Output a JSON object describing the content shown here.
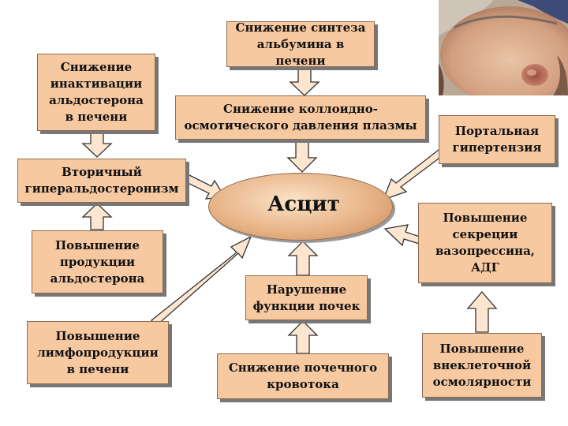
{
  "center": {
    "label": "Асцит"
  },
  "boxes": {
    "albumin": "Снижение синтеза\nальбумина в печени",
    "oncotic": "Снижение коллоидно-\nосмотического давления плазмы",
    "aldo_inact": "Снижение\nинактивации\nальдостерона\nв печени",
    "sec_hyper": "Вторичный\nгиперальдостеронизм",
    "aldo_prod": "Повышение\nпродукции\nальдостерона",
    "lymph": "Повышение\nлимфопродукции\nв печени",
    "portal": "Портальная\nгипертензия",
    "adh": "Повышение\nсекреции\nвазопрессина,\nАДГ",
    "kidney_func": "Нарушение\nфункции почек",
    "renal_flow": "Снижение почечного\nкровотока",
    "osmolarity": "Повышение\nвнеклеточной\nосмолярности"
  },
  "colors": {
    "box_fill": "#f7c9a1",
    "arrow_fill": "#fde6cf",
    "arrow_stroke": "#333333"
  },
  "photo": {
    "subject": "patient-abdomen-photo"
  }
}
